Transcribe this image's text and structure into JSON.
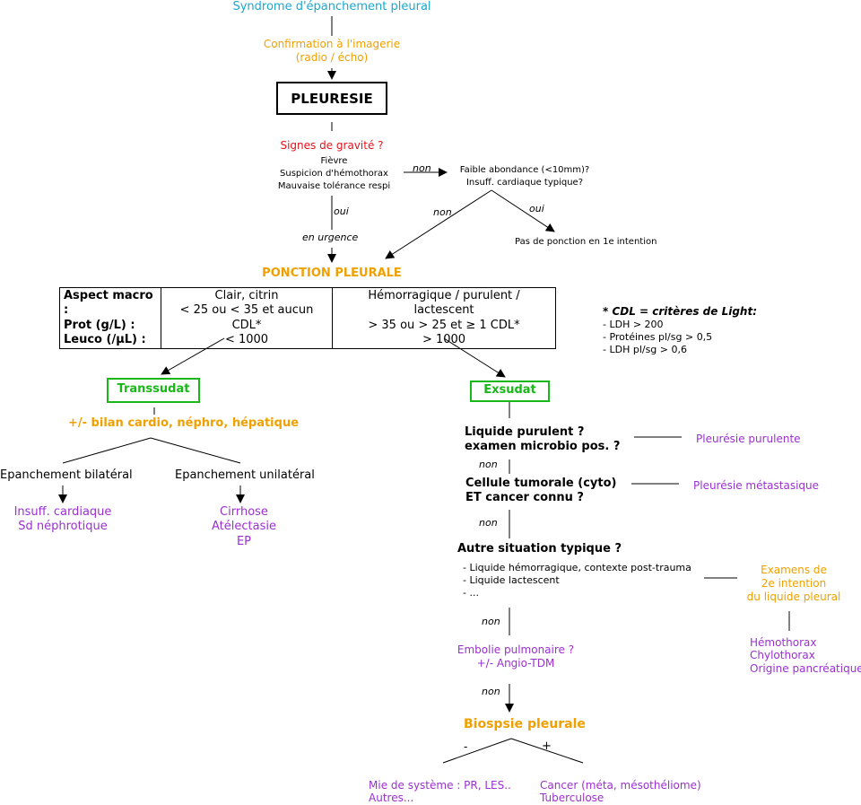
{
  "title": "Syndrome d'épanchement pleural",
  "confirmation": [
    "Confirmation à l'imagerie",
    "(radio / écho)"
  ],
  "pleuresie": "PLEURESIE",
  "signes": {
    "title": "Signes de gravité ?",
    "items": [
      "Fièvre",
      "Suspicion d'hémothorax",
      "Mauvaise tolérance respi"
    ]
  },
  "label_non_1": "non",
  "faible": [
    "Faible abondance (<10mm)?",
    "Insuff. cardiaque typique?"
  ],
  "label_oui_1": "oui",
  "en_urgence": "en urgence",
  "label_non_2": "non",
  "label_oui_2": "oui",
  "pas_ponction": "Pas de ponction en 1e intention",
  "ponction": "PONCTION PLEURALE",
  "table": {
    "headers": [
      "Aspect macro :",
      "Prot (g/L) :",
      "Leuco (/µL) :"
    ],
    "transsudat": [
      "Clair, citrin",
      "< 25 ou < 35 et aucun CDL*",
      "< 1000"
    ],
    "exsudat": [
      "Hémorragique / purulent / lactescent",
      "> 35 ou > 25 et ≥ 1 CDL*",
      "> 1000"
    ]
  },
  "cdl": {
    "title": "* CDL = critères de Light:",
    "items": [
      "- LDH > 200",
      "- Protéines pl/sg > 0,5",
      "- LDH pl/sg > 0,6"
    ]
  },
  "transsudat": {
    "label": "Transsudat",
    "bilan": "+/- bilan cardio, néphro, hépatique",
    "bilateral": "Epanchement bilatéral",
    "unilateral": "Epanchement unilatéral",
    "bilateral_causes": [
      "Insuff. cardiaque",
      "Sd néphrotique"
    ],
    "unilateral_causes": [
      "Cirrhose",
      "Atélectasie",
      "EP"
    ]
  },
  "exsudat": {
    "label": "Exsudat",
    "q1": [
      "Liquide purulent ?",
      "examen microbio pos. ?"
    ],
    "r1": "Pleurésie purulente",
    "non1": "non",
    "q2": [
      "Cellule tumorale (cyto)",
      "ET cancer connu ?"
    ],
    "r2": "Pleurésie métastasique",
    "non2": "non",
    "q3": "Autre situation typique ?",
    "q3_items": [
      "- Liquide hémorragique, contexte post-trauma",
      "- Liquide lactescent",
      "- ..."
    ],
    "examens": [
      "Examens de",
      "2e intention",
      "du liquide pleural"
    ],
    "origines": [
      "Hémothorax",
      "Chylothorax",
      "Origine pancréatique"
    ],
    "non3": "non",
    "embolie": [
      "Embolie pulmonaire ?",
      "+/- Angio-TDM"
    ],
    "non4": "non",
    "biopsie": "Biospsie pleurale",
    "minus": "-",
    "plus": "+",
    "neg": [
      "Mie de système : PR, LES..",
      "Autres..."
    ],
    "pos": [
      "Cancer (méta, mésothéliome)",
      "Tuberculose"
    ]
  },
  "colors": {
    "cyan": "#1aa8cf",
    "orange": "#f0a000",
    "red": "#e8101a",
    "green": "#18b818",
    "purple": "#9b30d0"
  }
}
